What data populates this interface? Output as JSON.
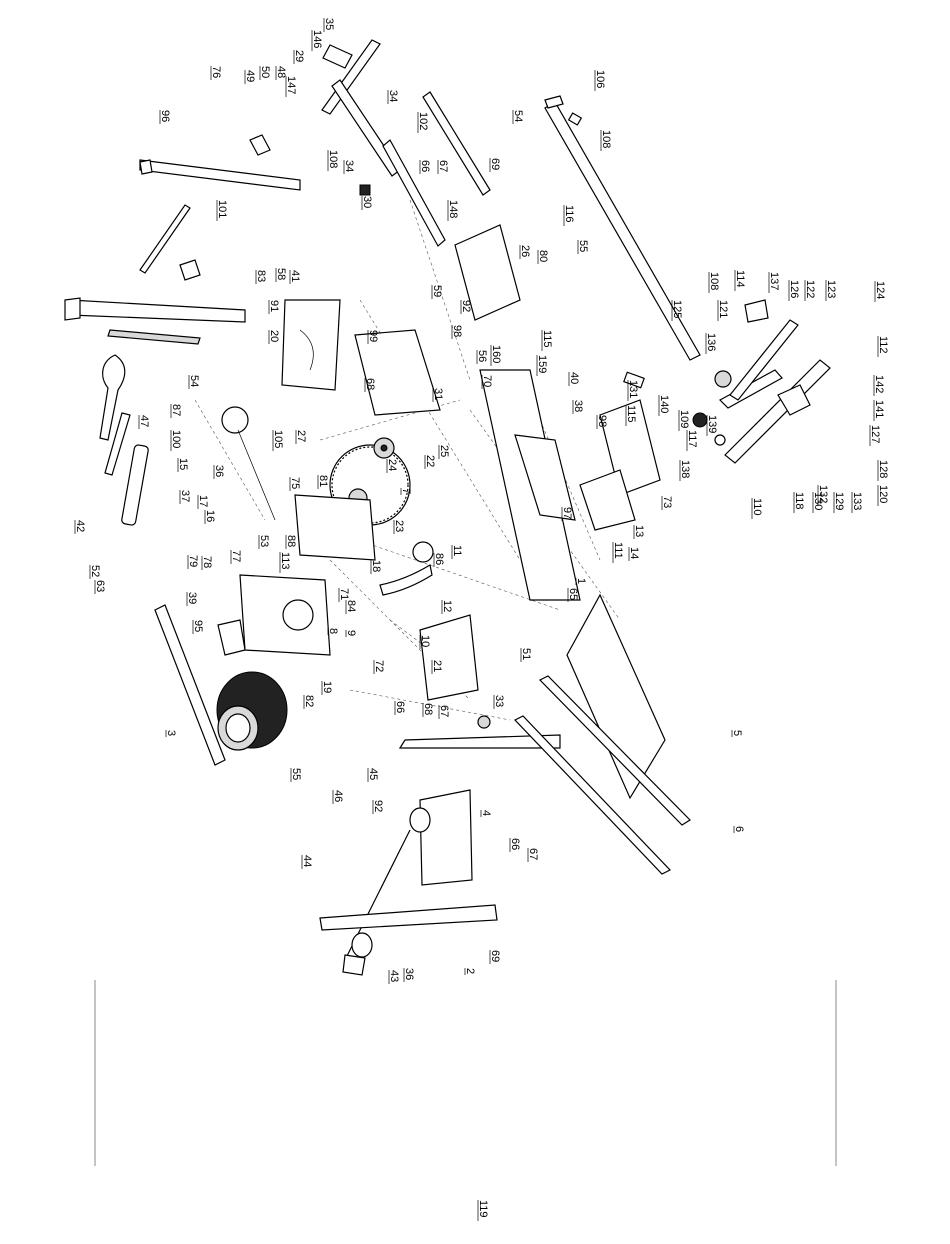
{
  "diagram": {
    "callouts": [
      "35",
      "146",
      "29",
      "147",
      "34",
      "102",
      "108",
      "34",
      "66",
      "67",
      "69",
      "30",
      "148",
      "106",
      "54",
      "108",
      "116",
      "55",
      "76",
      "49",
      "50",
      "48",
      "96",
      "101",
      "83",
      "58",
      "41",
      "91",
      "54",
      "59",
      "26",
      "80",
      "92",
      "98",
      "56",
      "115",
      "160",
      "31",
      "70",
      "159",
      "40",
      "38",
      "20",
      "99",
      "68",
      "25",
      "22",
      "24",
      "7",
      "23",
      "81",
      "27",
      "88",
      "105",
      "75",
      "47",
      "42",
      "52",
      "63",
      "87",
      "100",
      "15",
      "36",
      "37",
      "17",
      "16",
      "53",
      "79",
      "78",
      "77",
      "113",
      "18",
      "71",
      "84",
      "8",
      "9",
      "39",
      "95",
      "3",
      "55",
      "19",
      "82",
      "21",
      "10",
      "72",
      "11",
      "86",
      "12",
      "66",
      "68",
      "67",
      "33",
      "51",
      "65",
      "97",
      "111",
      "98",
      "115",
      "13",
      "14",
      "73",
      "1",
      "5",
      "6",
      "4",
      "45",
      "92",
      "46",
      "44",
      "2",
      "69",
      "43",
      "36",
      "66",
      "67",
      "108",
      "114",
      "137",
      "126",
      "122",
      "123",
      "124",
      "125",
      "121",
      "136",
      "112",
      "142",
      "141",
      "127",
      "128",
      "120",
      "133",
      "129",
      "130",
      "110",
      "118",
      "131",
      "140",
      "109",
      "117",
      "139",
      "138",
      "132",
      "119"
    ]
  },
  "frame": {
    "left_rule": "rule",
    "right_rule": "rule"
  }
}
